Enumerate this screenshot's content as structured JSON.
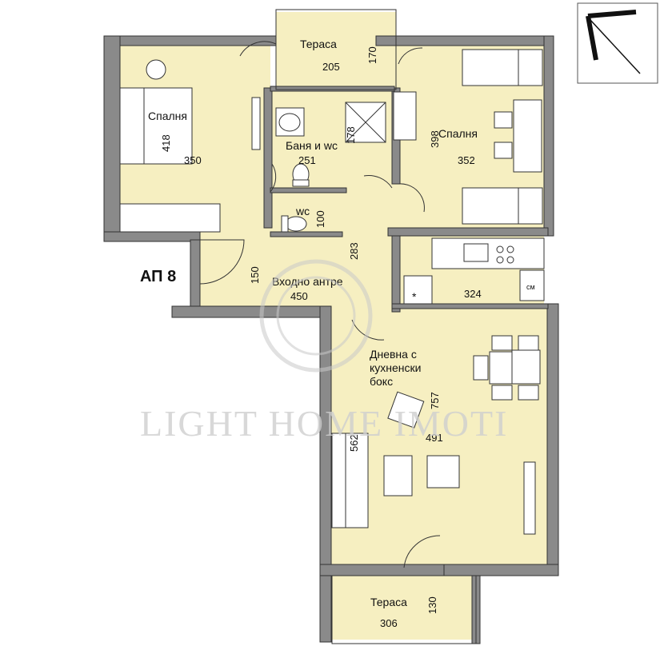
{
  "plan": {
    "apartment_label": "АП 8",
    "watermark": "LIGHT HOME IMOTI",
    "rooms": [
      {
        "key": "terrace_top",
        "name": "Тераса",
        "width": "205",
        "height": "170"
      },
      {
        "key": "bedroom_left",
        "name": "Спалня",
        "width": "350",
        "height": "418"
      },
      {
        "key": "bathroom",
        "name": "Баня и wc",
        "width": "251",
        "height": "178"
      },
      {
        "key": "wc",
        "name": "wc",
        "height": "100"
      },
      {
        "key": "bedroom_right",
        "name": "Спалня",
        "width": "352",
        "height": "398"
      },
      {
        "key": "hall",
        "name": "Входно антре",
        "width": "450",
        "height": "150",
        "depth": "283"
      },
      {
        "key": "kitchen",
        "width": "324",
        "appliance_label": "см"
      },
      {
        "key": "living",
        "name_lines": [
          "Дневна с",
          "кухненски",
          "бокс"
        ],
        "width": "491",
        "height": "757",
        "depth": "562"
      },
      {
        "key": "terrace_bottom",
        "name": "Тераса",
        "width": "306",
        "height": "130"
      }
    ]
  },
  "colors": {
    "floor": "#f6efc1",
    "wall": "#8a8a8a",
    "line": "#333333",
    "watermark": "#cfcfcf"
  },
  "icons": [
    "compass-north-arrow-icon",
    "stove-icon",
    "sink-icon",
    "toilet-icon",
    "shower-icon",
    "bed-icon",
    "armchair-icon",
    "tv-icon",
    "dining-table-icon"
  ]
}
